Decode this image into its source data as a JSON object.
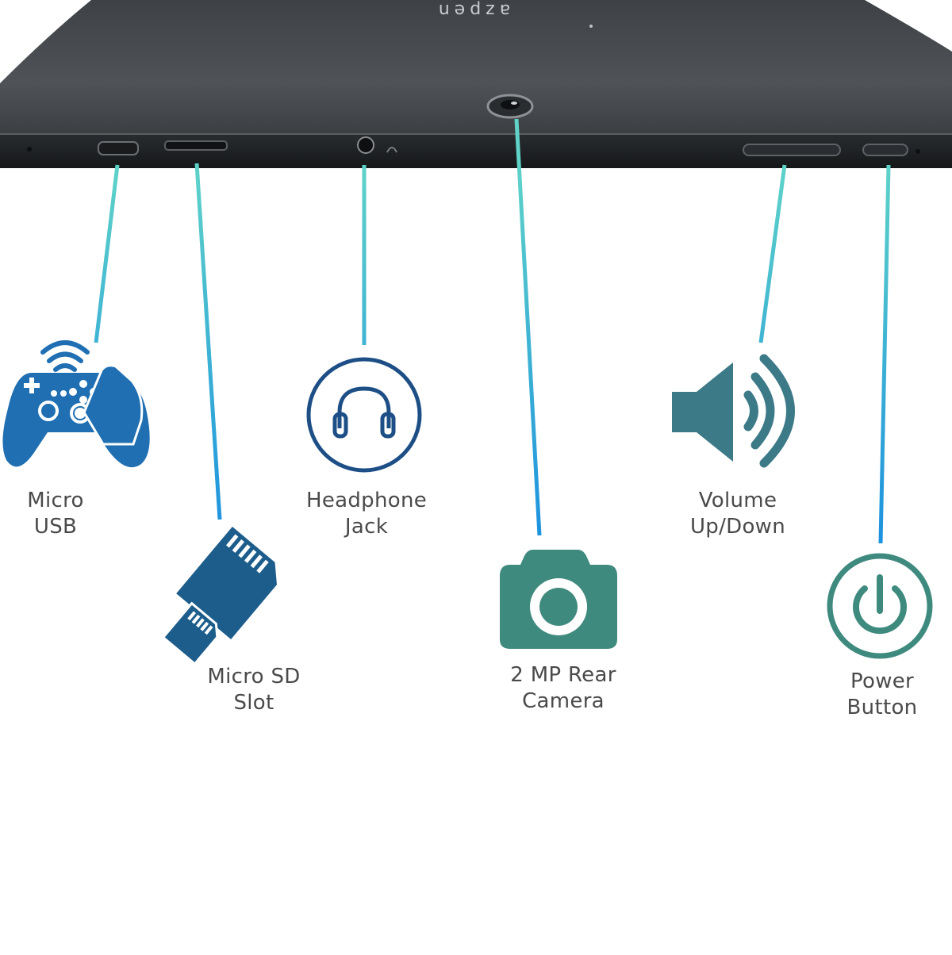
{
  "device": {
    "brand_text": "azpen"
  },
  "colors": {
    "tablet_body": "#4a4e52",
    "tablet_edge": "#1f2225",
    "connector_top": "#5fd3c8",
    "connector_bottom": "#1a8fe0",
    "icon_blue": "#1f6fb2",
    "icon_navy": "#1d4f86",
    "icon_teal": "#3f8a7e",
    "icon_slate": "#3d7a88",
    "label_text": "#4a4a4a"
  },
  "callouts": [
    {
      "id": "micro-usb",
      "icon": "gamepad-icon",
      "line1": "Micro",
      "line2": "USB"
    },
    {
      "id": "micro-sd",
      "icon": "sd-card-icon",
      "line1": "Micro SD",
      "line2": "Slot"
    },
    {
      "id": "headphone",
      "icon": "headphone-icon",
      "line1": "Headphone",
      "line2": "Jack"
    },
    {
      "id": "camera",
      "icon": "camera-icon",
      "line1": "2 MP Rear",
      "line2": "Camera"
    },
    {
      "id": "volume",
      "icon": "speaker-icon",
      "line1": "Volume",
      "line2": "Up/Down"
    },
    {
      "id": "power",
      "icon": "power-icon",
      "line1": "Power",
      "line2": "Button"
    }
  ]
}
